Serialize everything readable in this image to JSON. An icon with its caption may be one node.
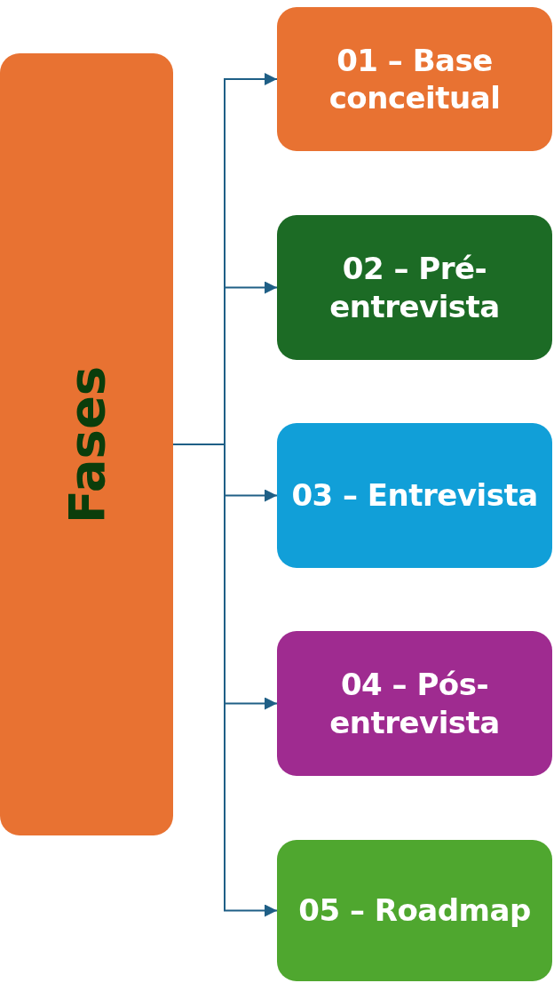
{
  "diagram": {
    "nodes": [
      {
        "text": [
          "Fases"
        ]
      },
      {
        "text": [
          "01 – Base conceitual"
        ]
      },
      {
        "text": [
          "02 – Pré-entrevista"
        ]
      },
      {
        "text": [
          "03 – Entrevista"
        ]
      },
      {
        "text": [
          "04 – Pós-entrevista"
        ]
      },
      {
        "text": [
          "05 – Roadmap"
        ]
      }
    ],
    "edges": [
      {
        "from": 0,
        "to": 1,
        "arrow": "to"
      },
      {
        "from": 0,
        "to": 2,
        "arrow": "to"
      },
      {
        "from": 0,
        "to": 3,
        "arrow": "to"
      },
      {
        "from": 0,
        "to": 4,
        "arrow": "to"
      },
      {
        "from": 0,
        "to": 5,
        "arrow": "to"
      }
    ]
  }
}
